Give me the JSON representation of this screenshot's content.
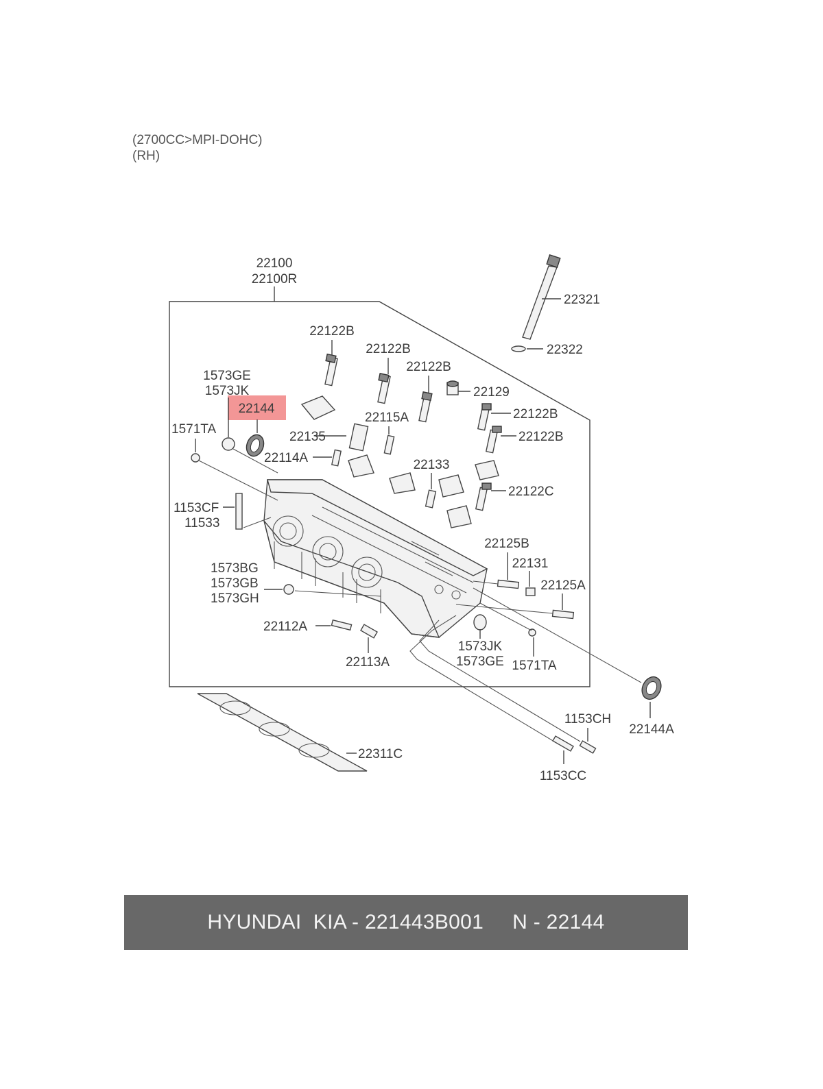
{
  "header": {
    "line1": "(2700CC>MPI-DOHC)",
    "line2": "(RH)"
  },
  "diagram": {
    "highlight_color": "#f28b8b",
    "highlighted_part": "22144",
    "labels": {
      "p22100": "22100",
      "p22100R": "22100R",
      "p22321": "22321",
      "p22322": "22322",
      "p22122B_1": "22122B",
      "p22122B_2": "22122B",
      "p22122B_3": "22122B",
      "p22122B_4": "22122B",
      "p22122B_5": "22122B",
      "p22129": "22129",
      "p1573GE_top": "1573GE",
      "p1573JK_top": "1573JK",
      "p22144": "22144",
      "p1571TA_left": "1571TA",
      "p22135": "22135",
      "p22115A": "22115A",
      "p22114A": "22114A",
      "p22133": "22133",
      "p22122C": "22122C",
      "p1153CF": "1153CF",
      "p11533": "11533",
      "p22125B": "22125B",
      "p22131": "22131",
      "p22125A": "22125A",
      "p1573BG": "1573BG",
      "p1573GB": "1573GB",
      "p1573GH": "1573GH",
      "p22112A": "22112A",
      "p22113A": "22113A",
      "p1573JK_bot": "1573JK",
      "p1573GE_bot": "1573GE",
      "p1571TA_right": "1571TA",
      "p22144A": "22144A",
      "p1153CH": "1153CH",
      "p22311C": "22311C",
      "p1153CC": "1153CC"
    }
  },
  "footer": {
    "brand": "HYUNDAI  KIA - 221443B001",
    "ref": "N - 22144"
  }
}
